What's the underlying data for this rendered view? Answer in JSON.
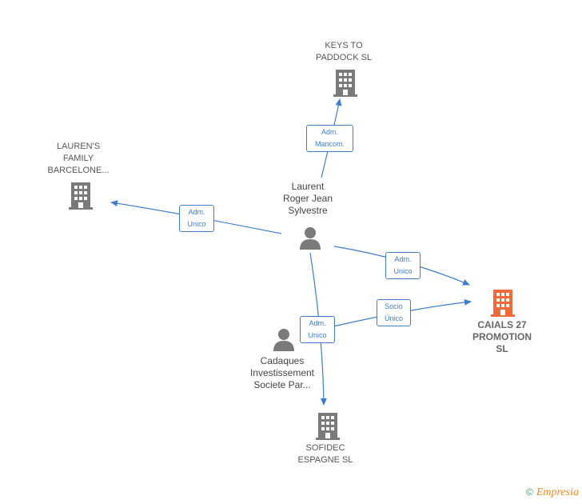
{
  "nodes": {
    "keys": {
      "label": "KEYS TO\nPADDOCK  SL"
    },
    "laurens": {
      "label": "LAUREN'S\nFAMILY\nBARCELONE..."
    },
    "laurent": {
      "label": "Laurent\nRoger Jean\nSylvestre"
    },
    "caials": {
      "label": "CAIALS 27\nPROMOTION\nSL"
    },
    "cadaques": {
      "label": "Cadaques\nInvestissement\nSociete Par..."
    },
    "sofidec": {
      "label": "SOFIDEC\nESPAGNE SL"
    }
  },
  "edges": {
    "to_keys": "Adm.\nMancom.",
    "to_laurens": "Adm.\nUnico",
    "to_caials": "Adm.\nUnico",
    "cadaques_to_caials": "Socio\nÚnico",
    "to_sofidec": "Adm.\nUnico"
  },
  "colors": {
    "edge": "#3d7ecb",
    "company_icon": "#7a7a7a",
    "focus_icon": "#f06a3a",
    "person_icon": "#7a7a7a"
  },
  "footer": {
    "copyright": "©",
    "brand": "Empresia"
  }
}
